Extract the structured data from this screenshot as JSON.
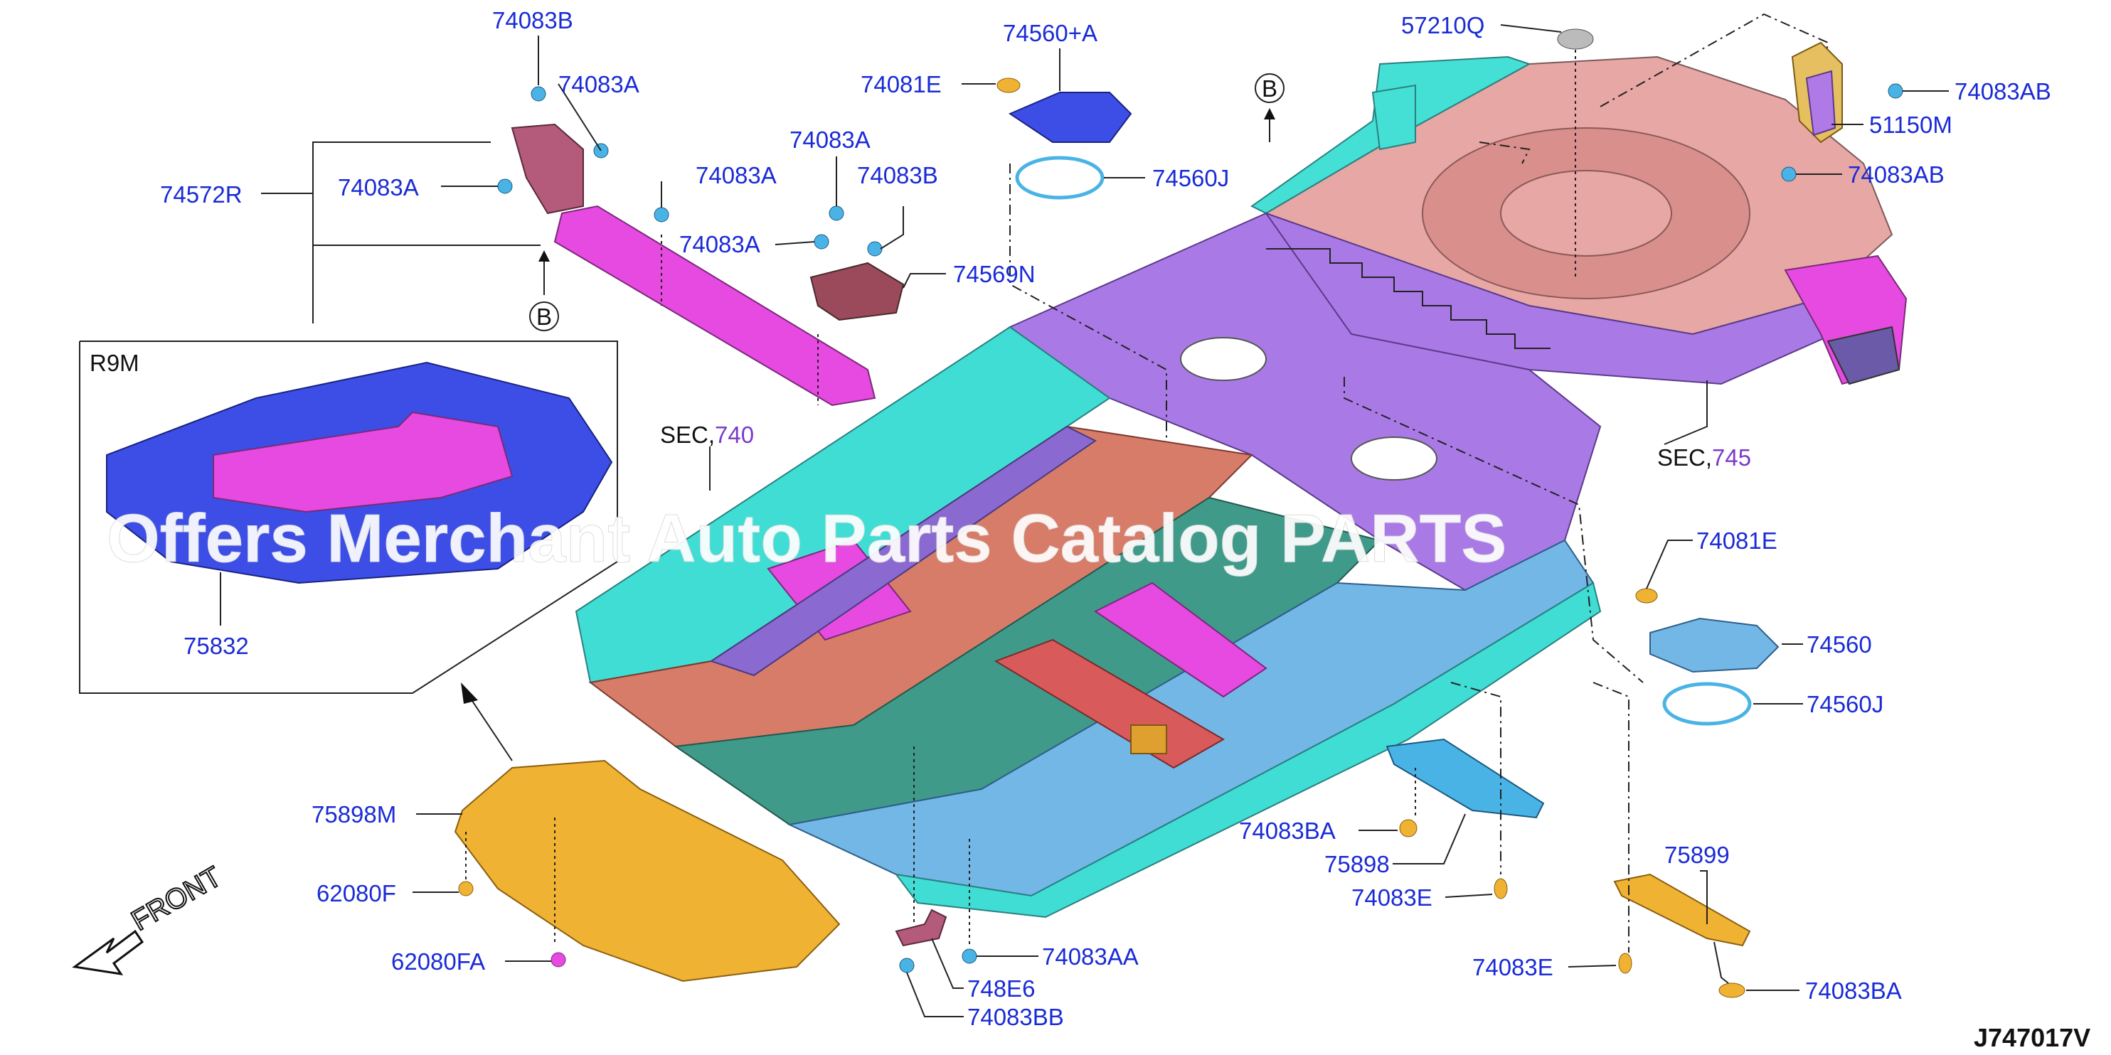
{
  "diagram": {
    "callouts": {
      "c74083B_top": "74083B",
      "c74083A_top": "74083A",
      "c74572R": "74572R",
      "c74083A_left": "74083A",
      "c74083A_mid": "74083A",
      "c74083A_mid2": "74083A",
      "c74083B_mid": "74083B",
      "c74083A_mid3": "74083A",
      "c74569N": "74569N",
      "c74560A": "74560+A",
      "c74081E": "74081E",
      "c74560J_top": "74560J",
      "c57210Q": "57210Q",
      "c74083AB_top": "74083AB",
      "c51150M": "51150M",
      "c74083AB_bot": "74083AB",
      "c75832": "75832",
      "c74560": "74560",
      "c74560J_bot": "74560J",
      "c74081E_right": "74081E",
      "c75898M": "75898M",
      "c62080F": "62080F",
      "c62080FA": "62080FA",
      "c748E6": "748E6",
      "c74083AA": "74083AA",
      "c74083BB": "74083BB",
      "c74083BA_mid": "74083BA",
      "c75898": "75898",
      "c74083E_mid": "74083E",
      "c75899": "75899",
      "c74083E_right": "74083E",
      "c74083BA_right": "74083BA"
    },
    "sec_740_prefix": "SEC,",
    "sec_740_num": "740",
    "sec_745_prefix": "SEC,",
    "sec_745_num": "745",
    "view_marker": "B",
    "inset_label": "R9M",
    "front_label": "FRONT",
    "drawing_code": "J747017V",
    "watermark": "Offers Merchant Auto Parts Catalog PARTS"
  },
  "colors": {
    "label_blue": "#1a2bd6",
    "cyan": "#3fe0d8",
    "magenta": "#e040e0",
    "purple": "#a070e0",
    "salmon": "#e09090",
    "pink": "#e8b0b0",
    "orange": "#f0b030",
    "blue_cover": "#3040e0"
  }
}
